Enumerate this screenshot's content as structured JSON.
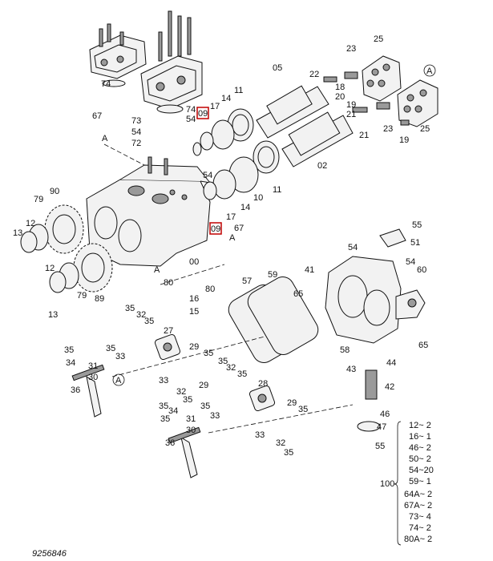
{
  "document_number": "9256846",
  "callouts": {
    "c74a": "74",
    "c74b": "74",
    "c73": "73",
    "c54a": "54",
    "c54b": "54",
    "c72": "72",
    "c67a": "67",
    "cA1": "A",
    "c17a": "17",
    "c14a": "14",
    "c11a": "11",
    "c05": "05",
    "c09a": "09",
    "c22": "22",
    "c23": "23",
    "c25a": "25",
    "cA2": "A",
    "c18": "18",
    "c20": "20",
    "c19a": "19",
    "c21a": "21",
    "c19b": "19",
    "c21b": "21",
    "c23b": "23",
    "c25b": "25",
    "c02": "02",
    "c54c": "54",
    "c17b": "17",
    "c14b": "14",
    "c10": "10",
    "c11b": "11",
    "c09b": "09",
    "c67b": "67",
    "cA3": "A",
    "c90": "90",
    "c79a": "79",
    "c12a": "12",
    "c13a": "13",
    "c00": "00",
    "c80a": "80",
    "cA4": "A",
    "c80b": "80",
    "c16": "16",
    "c15": "15",
    "c12b": "12",
    "c79b": "79",
    "c89": "89",
    "c13b": "13",
    "c57": "57",
    "c59": "59",
    "c55a": "55",
    "c51": "51",
    "c54d": "54",
    "c54e": "54",
    "c41": "41",
    "c60": "60",
    "c65a": "65",
    "c65b": "65",
    "c58": "58",
    "c44": "44",
    "c43": "43",
    "c42": "42",
    "c46": "46",
    "c47": "47",
    "c55b": "55",
    "c35a": "35",
    "c32a": "32",
    "c35b": "35",
    "c27": "27",
    "c35c": "35",
    "c33a": "33",
    "c29a": "29",
    "c35d": "35",
    "c34a": "34",
    "c31a": "31",
    "c30a": "30",
    "c36a": "36",
    "cA5": "A",
    "c33b": "33",
    "c32b": "32",
    "c35e": "35",
    "c35f": "35",
    "c29b": "29",
    "c35g": "35",
    "c32c": "32",
    "c35h": "35",
    "c35i": "35",
    "c33c": "33",
    "c28": "28",
    "c35j": "35",
    "c29c": "29",
    "c35k": "35",
    "c35l": "35",
    "c34b": "34",
    "c31b": "31",
    "c30b": "30",
    "c36b": "36",
    "c33d": "33",
    "c32d": "32",
    "c35m": "35"
  },
  "kit_number": "100",
  "kit_items": [
    "12~  2",
    "16~  1",
    "46~  2",
    "50~  2",
    "54~20",
    "59~  1",
    "64A~  2",
    "67A~  2",
    "73~  4",
    "74~  2",
    "80A~  2"
  ],
  "highlighted_callouts": [
    "09",
    "09"
  ]
}
